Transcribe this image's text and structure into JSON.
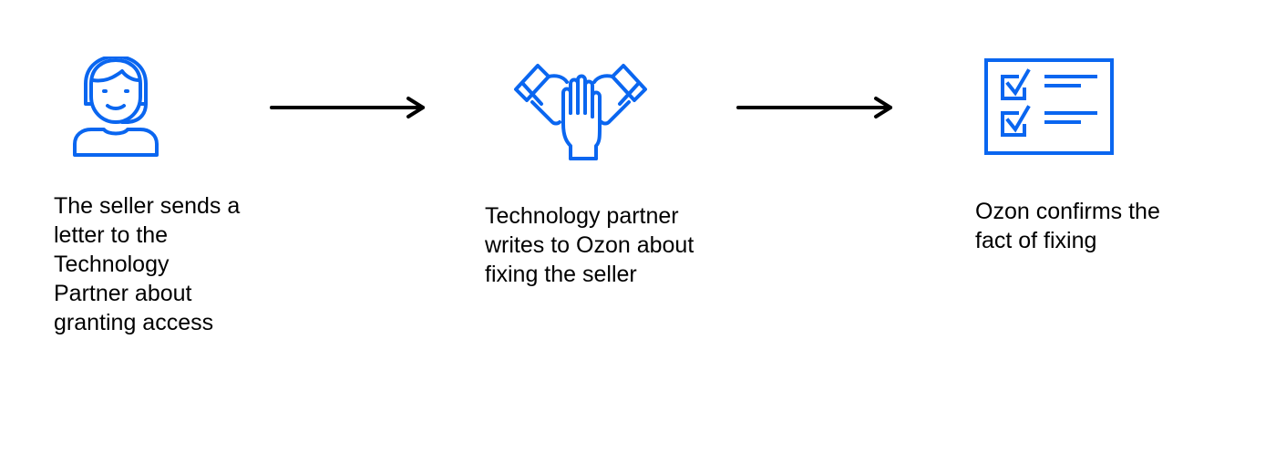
{
  "colors": {
    "icon_blue": "#0a66f0",
    "arrow": "#000000",
    "text": "#000000"
  },
  "steps": [
    {
      "icon": "person-with-headset-icon",
      "text": "The seller sends a\nletter to the\nTechnology\nPartner about\ngranting access"
    },
    {
      "icon": "joined-hands-icon",
      "text": "Technology partner\nwrites to Ozon about\nfixing the seller"
    },
    {
      "icon": "checklist-icon",
      "text": "Ozon confirms the\nfact of fixing"
    }
  ],
  "arrows": [
    {
      "icon": "arrow-right-icon"
    },
    {
      "icon": "arrow-right-icon"
    }
  ]
}
